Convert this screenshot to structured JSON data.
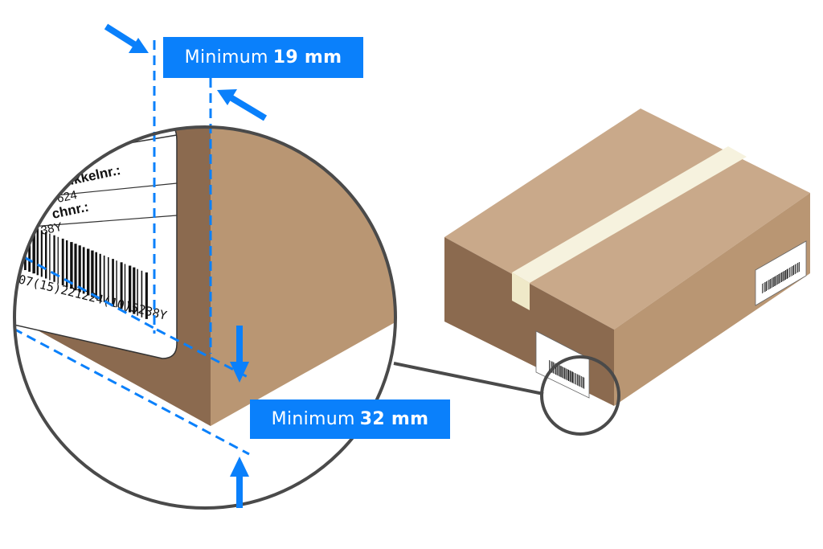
{
  "callouts": {
    "top": {
      "prefix": "Minimum",
      "value": "19 mm"
    },
    "bottom": {
      "prefix": "Minimum",
      "value": "32 mm"
    }
  },
  "zoom_label": {
    "line1": "ikkelnr.:",
    "line2": "624",
    "line3": "chnr.:",
    "line4": "38Y",
    "barcode_text": "07(15)221224(10)5238Y"
  },
  "colors": {
    "accent": "#0a80fb",
    "cardboard_front": "#8b6a4f",
    "cardboard_side": "#b99673",
    "cardboard_top": "#c9a98a",
    "tape": "#f6f2de",
    "outline": "#4a4a4a"
  },
  "icons": [
    "arrow-icon",
    "magnifier-circle-icon",
    "barcode-icon",
    "label-icon"
  ]
}
